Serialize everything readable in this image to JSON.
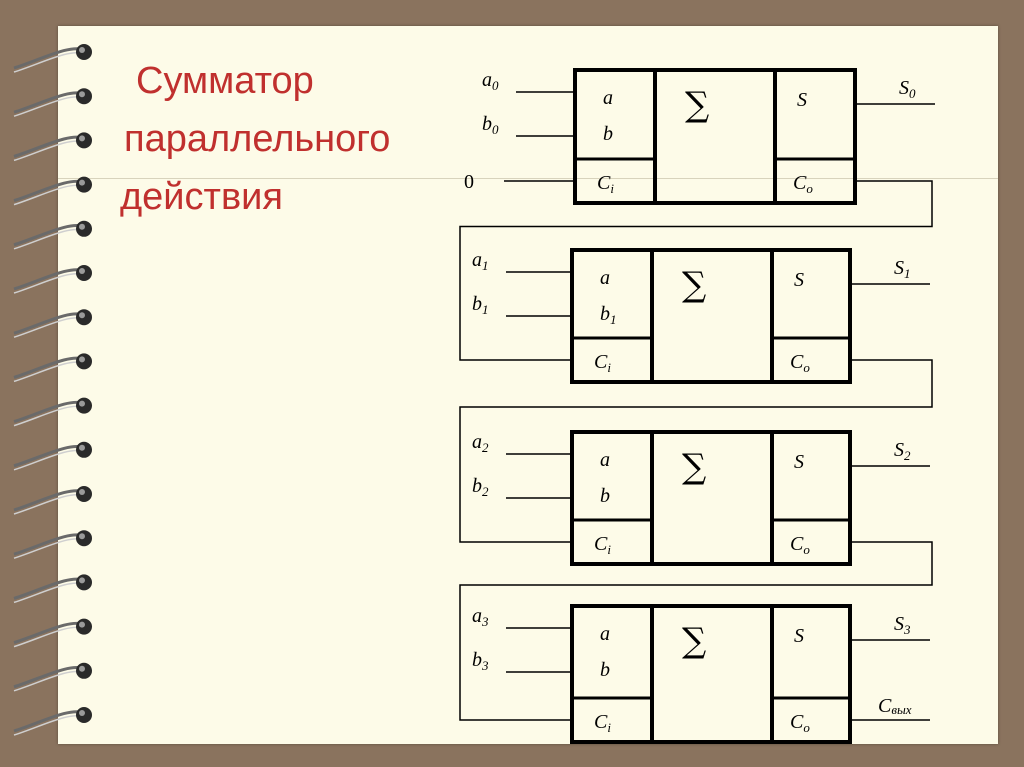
{
  "slide": {
    "title_lines": [
      "Сумматор",
      "параллельного",
      "действия"
    ]
  },
  "diagram": {
    "carry_in_label": "0",
    "block_labels": {
      "a": "a",
      "b": "b",
      "sum_symbol": "∑",
      "s": "S",
      "ci_main": "C",
      "ci_sub": "i",
      "co_main": "C",
      "co_sub": "o"
    },
    "inputs": [
      {
        "a_main": "a",
        "a_sub": "0",
        "b_main": "b",
        "b_sub": "0",
        "s_main": "S",
        "s_sub": "0",
        "b_inner_sub": ""
      },
      {
        "a_main": "a",
        "a_sub": "1",
        "b_main": "b",
        "b_sub": "1",
        "s_main": "S",
        "s_sub": "1",
        "b_inner_sub": "1"
      },
      {
        "a_main": "a",
        "a_sub": "2",
        "b_main": "b",
        "b_sub": "2",
        "s_main": "S",
        "s_sub": "2",
        "b_inner_sub": ""
      },
      {
        "a_main": "a",
        "a_sub": "3",
        "b_main": "b",
        "b_sub": "3",
        "s_main": "S",
        "s_sub": "3",
        "b_inner_sub": ""
      }
    ],
    "carry_out_label": {
      "main": "C",
      "sub": "вых"
    }
  }
}
